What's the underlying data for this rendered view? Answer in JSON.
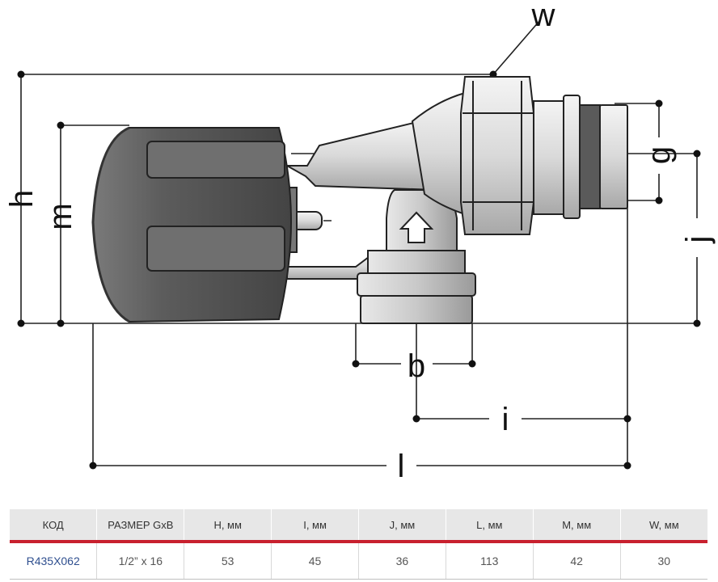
{
  "dimension_labels": {
    "w": "w",
    "h": "h",
    "m": "m",
    "g": "g",
    "j": "j",
    "b": "b",
    "i": "i",
    "l": "l"
  },
  "table": {
    "headers": [
      "КОД",
      "РАЗМЕР GxB",
      "H, мм",
      "I, мм",
      "J, мм",
      "L, мм",
      "M, мм",
      "W, мм"
    ],
    "rows": [
      [
        "R435X062",
        "1/2” x 16",
        "53",
        "45",
        "36",
        "113",
        "42",
        "30"
      ]
    ]
  },
  "colors": {
    "accent_red": "#c8202e",
    "body_dark": "#555555",
    "header_bg": "#e7e7e7",
    "code_blue": "#2f4f8f"
  }
}
